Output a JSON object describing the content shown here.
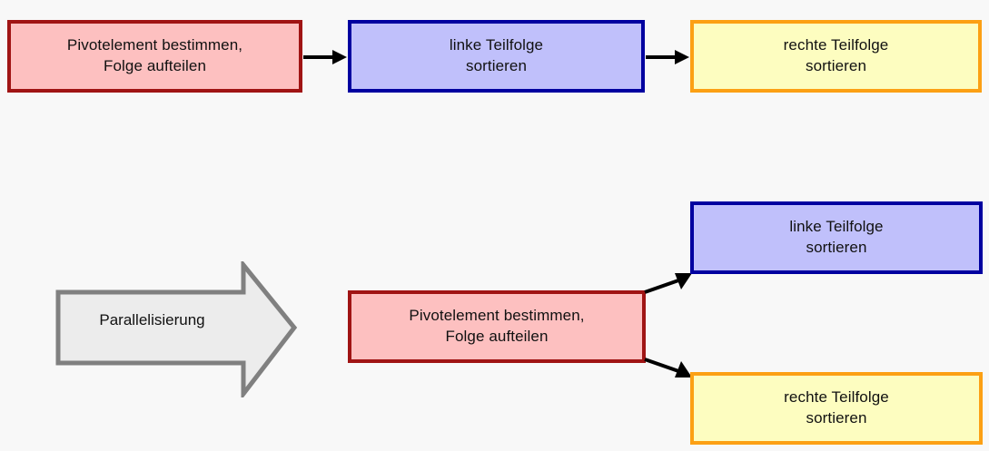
{
  "diagram": {
    "background_color": "#f8f8f8",
    "palette": {
      "pink_fill": "#fdc0c0",
      "pink_border": "#a01414",
      "blue_fill": "#c0c0fb",
      "blue_border": "#0000a0",
      "yellow_fill": "#fdfdc0",
      "yellow_border": "#fca014",
      "gray_fill": "#ececec",
      "gray_border": "#808080",
      "arrow_color": "#000000",
      "text_color": "#111111"
    },
    "sequential_flow": {
      "nodes": [
        {
          "id": "seq-pivot",
          "style": "pink",
          "lines": [
            "Pivotelement bestimmen,",
            "Folge aufteilen"
          ]
        },
        {
          "id": "seq-left",
          "style": "blue",
          "lines": [
            "linke Teilfolge",
            "sortieren"
          ]
        },
        {
          "id": "seq-right",
          "style": "yellow",
          "lines": [
            "rechte Teilfolge",
            "sortieren"
          ]
        }
      ]
    },
    "transform": {
      "label": "Parallelisierung",
      "shape": "block-arrow-right"
    },
    "parallel_flow": {
      "nodes": [
        {
          "id": "par-pivot",
          "style": "pink",
          "lines": [
            "Pivotelement bestimmen,",
            "Folge aufteilen"
          ]
        },
        {
          "id": "par-left",
          "style": "blue",
          "lines": [
            "linke Teilfolge",
            "sortieren"
          ]
        },
        {
          "id": "par-right",
          "style": "yellow",
          "lines": [
            "rechte Teilfolge",
            "sortieren"
          ]
        }
      ]
    }
  }
}
